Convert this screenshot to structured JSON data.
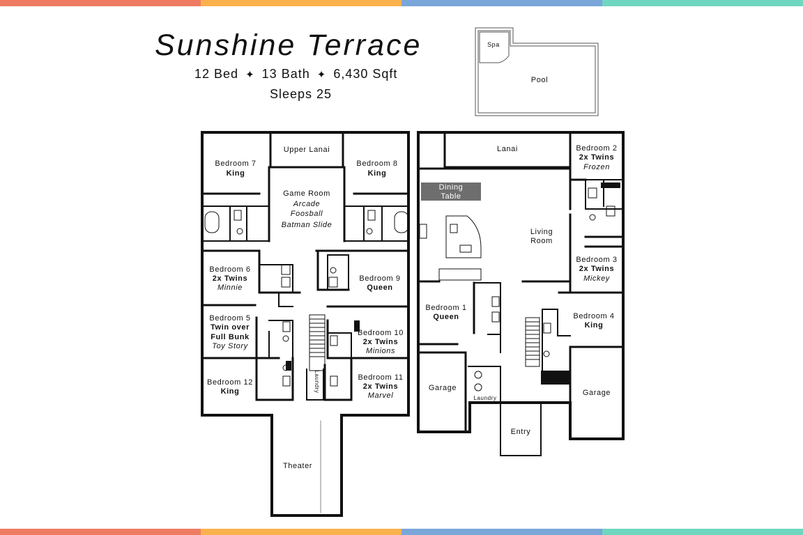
{
  "header": {
    "title": "Sunshine Terrace",
    "beds": "12 Bed",
    "baths": "13 Bath",
    "sqft": "6,430 Sqft",
    "separator": "✦",
    "sleeps": "Sleeps 25"
  },
  "colors": {
    "band": [
      "#ef7b63",
      "#fbb24d",
      "#7aa6d9",
      "#6fd6bf"
    ],
    "wall": "#111111",
    "dining_table": "#6e6e6e"
  },
  "pool_area": {
    "spa": "Spa",
    "pool": "Pool"
  },
  "upper_floor": {
    "upper_lanai": "Upper Lanai",
    "game_room": {
      "name": "Game Room",
      "f1": "Arcade",
      "f2": "Foosball",
      "f3": "Batman Slide"
    },
    "bedroom7": {
      "name": "Bedroom 7",
      "bed": "King"
    },
    "bedroom8": {
      "name": "Bedroom 8",
      "bed": "King"
    },
    "bedroom6": {
      "name": "Bedroom 6",
      "bed": "2x Twins",
      "theme": "Minnie"
    },
    "bedroom9": {
      "name": "Bedroom 9",
      "bed": "Queen"
    },
    "bedroom5": {
      "name": "Bedroom 5",
      "bed1": "Twin over",
      "bed2": "Full Bunk",
      "theme": "Toy Story"
    },
    "bedroom10": {
      "name": "Bedroom 10",
      "bed": "2x Twins",
      "theme": "Minions"
    },
    "bedroom11": {
      "name": "Bedroom 11",
      "bed": "2x Twins",
      "theme": "Marvel"
    },
    "bedroom12": {
      "name": "Bedroom 12",
      "bed": "King"
    },
    "laundry": "Laundry",
    "theater": "Theater"
  },
  "main_floor": {
    "lanai": "Lanai",
    "dining_table": {
      "line1": "Dining",
      "line2": "Table"
    },
    "living_room": {
      "line1": "Living",
      "line2": "Room"
    },
    "bedroom1": {
      "name": "Bedroom 1",
      "bed": "Queen"
    },
    "bedroom2": {
      "name": "Bedroom 2",
      "bed": "2x Twins",
      "theme": "Frozen"
    },
    "bedroom3": {
      "name": "Bedroom 3",
      "bed": "2x Twins",
      "theme": "Mickey"
    },
    "bedroom4": {
      "name": "Bedroom 4",
      "bed": "King"
    },
    "garage_left": "Garage",
    "garage_right": "Garage",
    "laundry": "Laundry",
    "entry": "Entry"
  }
}
